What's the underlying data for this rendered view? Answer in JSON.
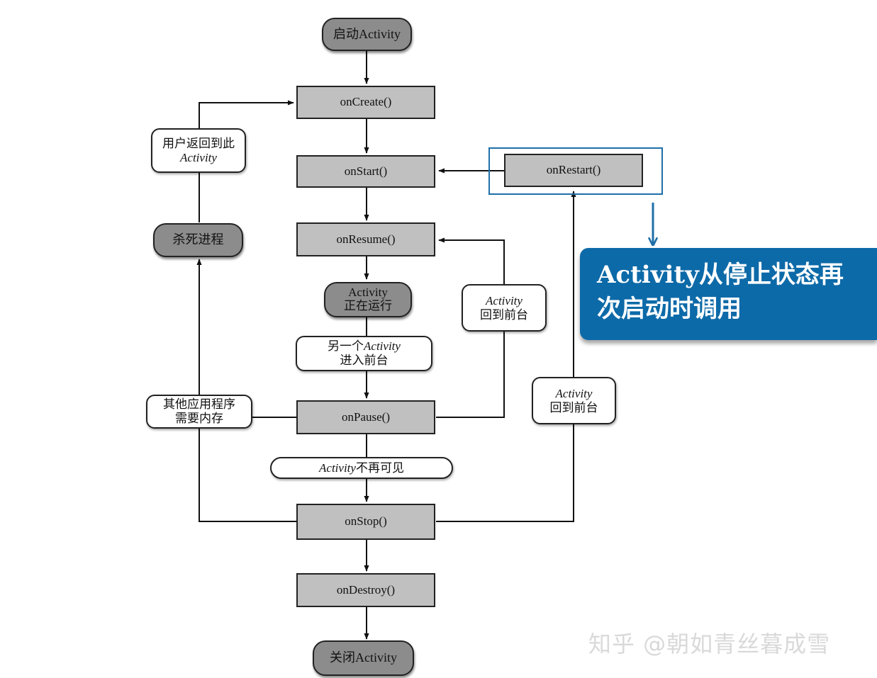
{
  "nodes": {
    "start_activity": "启动Activity",
    "on_create": "onCreate()",
    "on_start": "onStart()",
    "on_restart": "onRestart()",
    "on_resume": "onResume()",
    "activity_running": {
      "line1": "Activity",
      "line2": "正在运行"
    },
    "on_pause": "onPause()",
    "on_stop": "onStop()",
    "on_destroy": "onDestroy()",
    "close_activity": "关闭Activity",
    "kill_process": "杀死进程"
  },
  "conditions": {
    "user_returns": {
      "line1": "用户返回到此",
      "line2": "Activity"
    },
    "activity_back_1": {
      "line1": "Activity",
      "line2": "回到前台"
    },
    "another_activity": {
      "prefix": "另一个",
      "activity": "Activity",
      "line2": "进入前台"
    },
    "other_apps": {
      "line1": "其他应用程序",
      "line2": "需要内存"
    },
    "not_visible": {
      "activity": "Activity",
      "suffix": "不再可见"
    },
    "activity_back_2": {
      "line1": "Activity",
      "line2": "回到前台"
    }
  },
  "callout": {
    "line1": "Activity从停止状态再",
    "line2": "次启动时调用"
  },
  "watermark": "知乎 @朝如青丝暮成雪",
  "colors": {
    "callout": "#0d6aa8",
    "highlight_frame": "#1f6fa8",
    "method_fill": "#c0c0c0",
    "state_fill": "#8c8c8c"
  }
}
